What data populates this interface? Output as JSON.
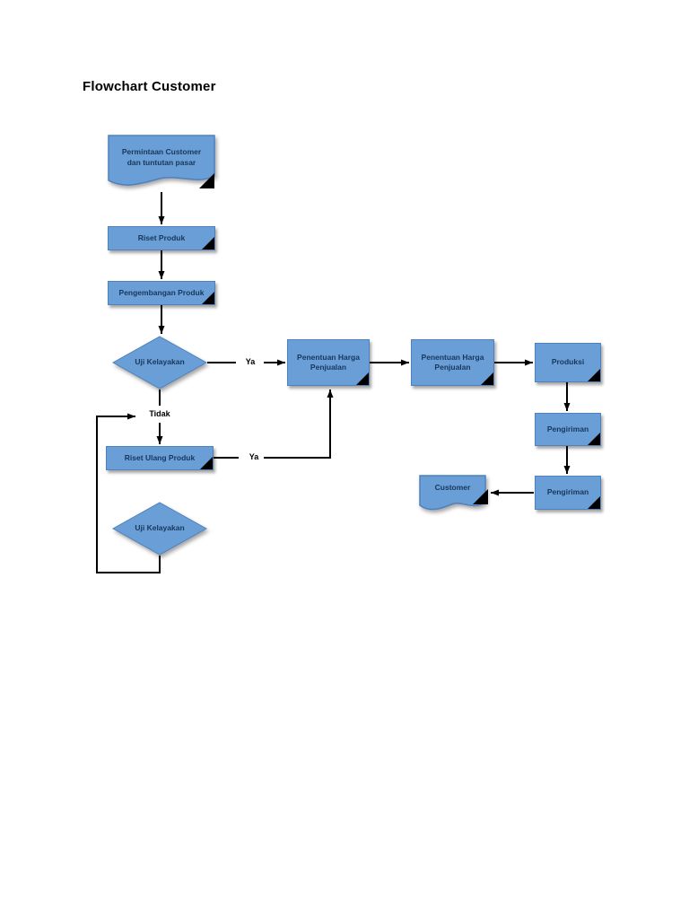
{
  "page": {
    "title": "Flowchart Customer"
  },
  "colors": {
    "shape_fill": "#6a9ed6",
    "shape_border": "#4f81bd",
    "shape_text": "#17375d",
    "line": "#000000"
  },
  "nodes": {
    "permintaan": {
      "type": "document",
      "label": "Permintaan Customer dan tuntutan pasar"
    },
    "riset_produk": {
      "type": "process",
      "label": "Riset Produk"
    },
    "pengembangan": {
      "type": "process",
      "label": "Pengembangan Produk"
    },
    "uji_kelayakan_1": {
      "type": "decision",
      "label": "Uji Kelayakan"
    },
    "riset_ulang": {
      "type": "process",
      "label": "Riset Ulang Produk"
    },
    "uji_kelayakan_2": {
      "type": "decision",
      "label": "Uji Kelayakan"
    },
    "penentuan_harga_1": {
      "type": "process",
      "label": "Penentuan Harga Penjualan"
    },
    "penentuan_harga_2": {
      "type": "process",
      "label": "Penentuan Harga Penjualan"
    },
    "produksi": {
      "type": "process",
      "label": "Produksi"
    },
    "pengiriman_1": {
      "type": "process",
      "label": "Pengiriman"
    },
    "pengiriman_2": {
      "type": "process",
      "label": "Pengiriman"
    },
    "customer": {
      "type": "document",
      "label": "Customer"
    }
  },
  "edge_labels": {
    "ya_1": "Ya",
    "tidak": "Tidak",
    "ya_2": "Ya"
  }
}
